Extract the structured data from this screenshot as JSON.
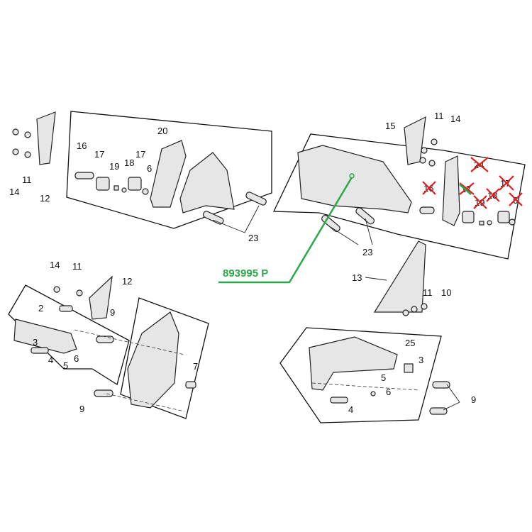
{
  "diagram": {
    "callout": {
      "part_number": "893995 P",
      "color": "#2aa84a"
    },
    "cross_color": "#e02020",
    "top_left": [
      "20",
      "16",
      "17",
      "17",
      "18",
      "19",
      "6",
      "12",
      "11",
      "14",
      "23"
    ],
    "top_right": [
      "15",
      "11",
      "14",
      "23",
      "24",
      "16",
      "17",
      "19",
      "18",
      "17",
      "6",
      "13",
      "11",
      "10"
    ],
    "bottom_left": [
      "14",
      "11",
      "12",
      "2",
      "9",
      "3",
      "6",
      "4",
      "5",
      "7",
      "9"
    ],
    "bottom_right": [
      "25",
      "3",
      "5",
      "6",
      "4",
      "9"
    ],
    "crossed_out": [
      "24",
      "16",
      "17",
      "19",
      "18",
      "17",
      "6"
    ]
  }
}
